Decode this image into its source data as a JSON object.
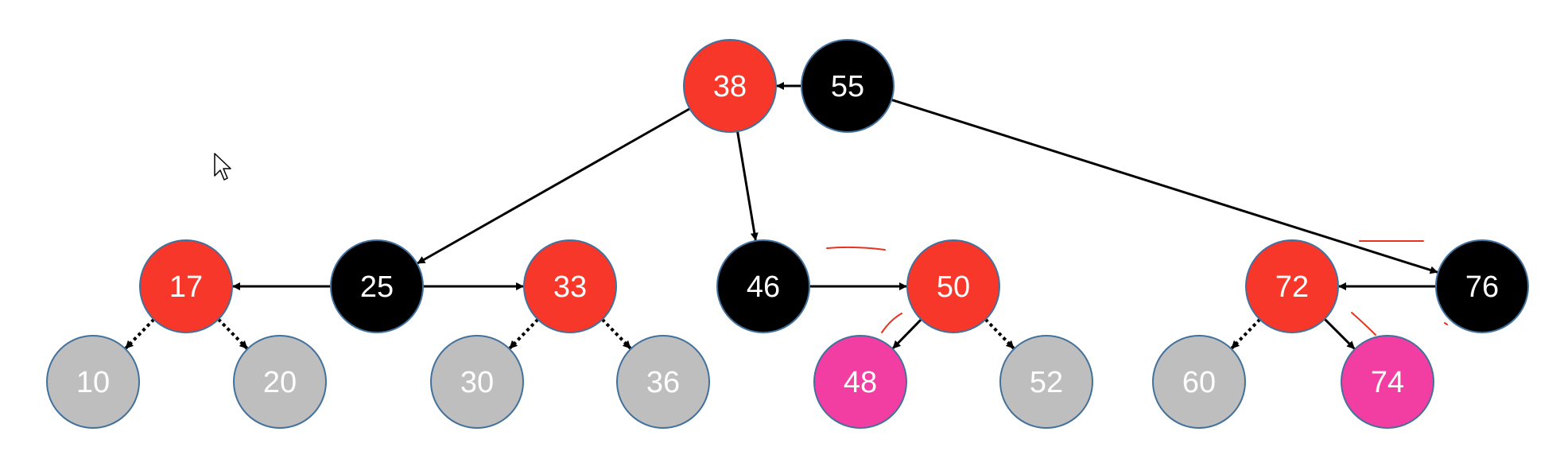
{
  "colors": {
    "red": "#f6372a",
    "black": "#000000",
    "pink": "#f23ea2",
    "grey": "#bebebe",
    "border": "#41719c",
    "edge": "#000000",
    "annotation": "#e8331f"
  },
  "nodes": [
    {
      "id": "n38",
      "label": "38",
      "color": "red"
    },
    {
      "id": "n55",
      "label": "55",
      "color": "black"
    },
    {
      "id": "n17",
      "label": "17",
      "color": "red"
    },
    {
      "id": "n25",
      "label": "25",
      "color": "black"
    },
    {
      "id": "n33",
      "label": "33",
      "color": "red"
    },
    {
      "id": "n46",
      "label": "46",
      "color": "black"
    },
    {
      "id": "n50",
      "label": "50",
      "color": "red"
    },
    {
      "id": "n72",
      "label": "72",
      "color": "red"
    },
    {
      "id": "n76",
      "label": "76",
      "color": "black"
    },
    {
      "id": "n10",
      "label": "10",
      "color": "grey"
    },
    {
      "id": "n20",
      "label": "20",
      "color": "grey"
    },
    {
      "id": "n30",
      "label": "30",
      "color": "grey"
    },
    {
      "id": "n36",
      "label": "36",
      "color": "grey"
    },
    {
      "id": "n48",
      "label": "48",
      "color": "pink"
    },
    {
      "id": "n52",
      "label": "52",
      "color": "grey"
    },
    {
      "id": "n60",
      "label": "60",
      "color": "grey"
    },
    {
      "id": "n74",
      "label": "74",
      "color": "pink"
    }
  ],
  "edges": [
    {
      "from": "n55",
      "to": "n38",
      "style": "solid"
    },
    {
      "from": "n38",
      "to": "n25",
      "style": "solid"
    },
    {
      "from": "n38",
      "to": "n46",
      "style": "solid"
    },
    {
      "from": "n55",
      "to": "n76",
      "style": "solid"
    },
    {
      "from": "n25",
      "to": "n17",
      "style": "solid"
    },
    {
      "from": "n25",
      "to": "n33",
      "style": "solid"
    },
    {
      "from": "n46",
      "to": "n50",
      "style": "solid"
    },
    {
      "from": "n76",
      "to": "n72",
      "style": "solid"
    },
    {
      "from": "n17",
      "to": "n10",
      "style": "dotted"
    },
    {
      "from": "n17",
      "to": "n20",
      "style": "dotted"
    },
    {
      "from": "n33",
      "to": "n30",
      "style": "dotted"
    },
    {
      "from": "n33",
      "to": "n36",
      "style": "dotted"
    },
    {
      "from": "n50",
      "to": "n48",
      "style": "solid"
    },
    {
      "from": "n50",
      "to": "n52",
      "style": "dotted"
    },
    {
      "from": "n72",
      "to": "n60",
      "style": "dotted"
    },
    {
      "from": "n72",
      "to": "n74",
      "style": "solid"
    }
  ],
  "annotations": [
    "stroke-over-46-50",
    "stroke-near-48",
    "stroke-over-72-76",
    "stroke-near-74",
    "dot-near-76"
  ]
}
